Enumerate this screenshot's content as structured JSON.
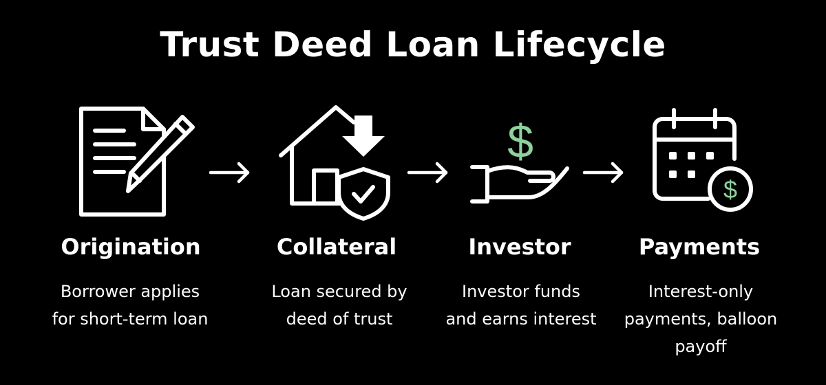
{
  "title": "Trust Deed Loan Lifecycle",
  "colors": {
    "background": "#000000",
    "text": "#ffffff",
    "accent": "#8fd19e"
  },
  "steps": [
    {
      "title": "Origination",
      "description": "Borrower applies\nfor short-term loan",
      "icon": "document-pencil-icon"
    },
    {
      "title": "Collateral",
      "description": "Loan secured by\ndeed of trust",
      "icon": "house-shield-icon"
    },
    {
      "title": "Investor",
      "description": "Investor funds\nand earns interest",
      "icon": "hand-dollar-icon"
    },
    {
      "title": "Payments",
      "description": "Interest-only\npayments, balloon\npayoff",
      "icon": "calendar-dollar-icon"
    }
  ]
}
